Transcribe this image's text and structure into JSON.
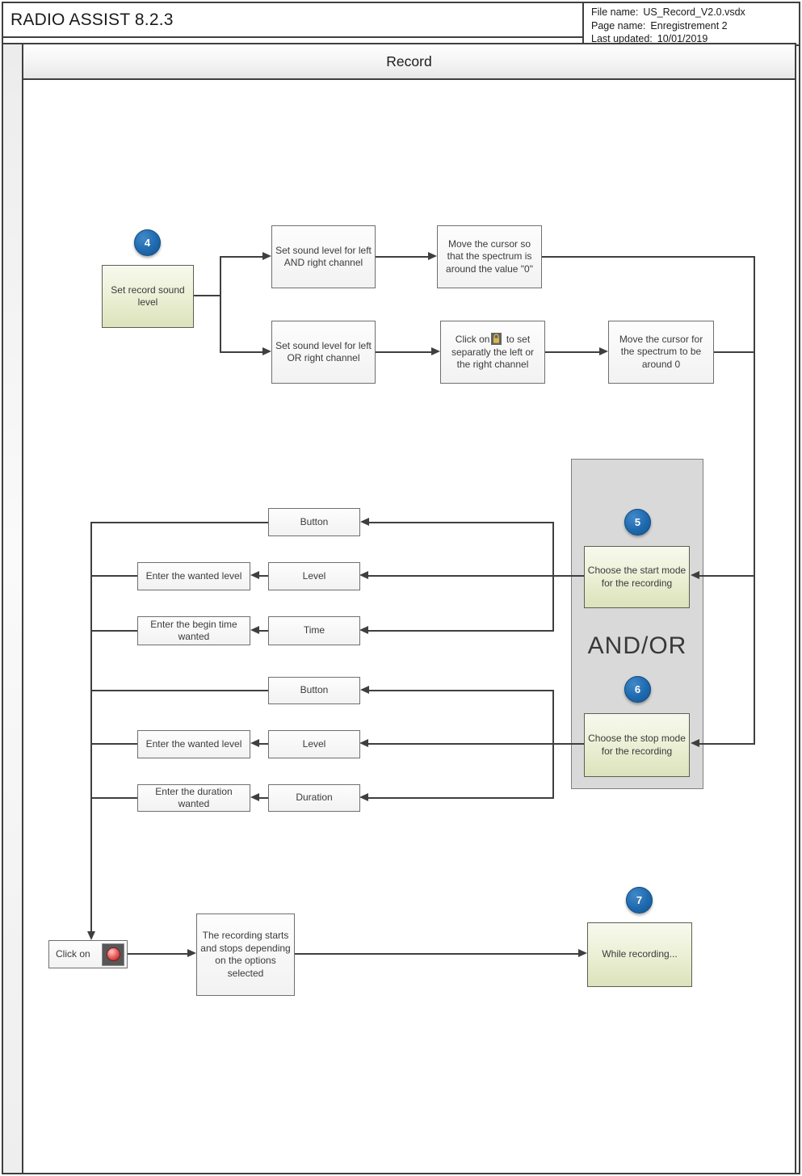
{
  "titlebar": {
    "app_title": "RADIO ASSIST 8.2.3"
  },
  "fileinfo": {
    "rows": [
      {
        "label": "File name:",
        "value": "US_Record_V2.0.vsdx"
      },
      {
        "label": "Page name:",
        "value": "Enregistrement 2"
      },
      {
        "label": "Last updated:",
        "value": "10/01/2019"
      }
    ]
  },
  "band": {
    "title": "Record"
  },
  "steps": {
    "step4": "4",
    "step5": "5",
    "step6": "6",
    "step7": "7"
  },
  "boxes": {
    "set_record_sound_level": "Set record sound level",
    "set_sound_and": "Set sound level for left AND right channel",
    "move_cursor_value_0": "Move the cursor so that the spectrum is around the value \"0\"",
    "set_sound_or": "Set sound level for left OR right channel",
    "click_lock_before": "Click on",
    "click_lock_after": "to set separatly the left or the right channel",
    "move_cursor_around_0": "Move the cursor for the spectrum to be around 0",
    "start_button": "Button",
    "start_level": "Level",
    "start_time": "Time",
    "enter_wanted_level_start": "Enter the wanted level",
    "enter_begin_time": "Enter the begin time wanted",
    "stop_button": "Button",
    "stop_level": "Level",
    "stop_duration": "Duration",
    "enter_wanted_level_stop": "Enter the wanted level",
    "enter_duration": "Enter the duration wanted",
    "choose_start_mode": "Choose the start mode for the recording",
    "and_or": "AND/OR",
    "choose_stop_mode": "Choose the stop mode for the recording",
    "click_on_record": "Click on",
    "recording_starts": "The recording starts and stops depending on the options selected",
    "while_recording": "While recording..."
  },
  "icons": {
    "lock": "padlock on gray tile",
    "record": "red record dot on gray tile"
  },
  "colors": {
    "line": "#3f3f3f",
    "badge_blue": "#1e69af",
    "green_box": "#dce2bb",
    "panel_gray": "#d9d9d9",
    "record_red": "#c32626",
    "lock_gold": "#d8b84a"
  }
}
